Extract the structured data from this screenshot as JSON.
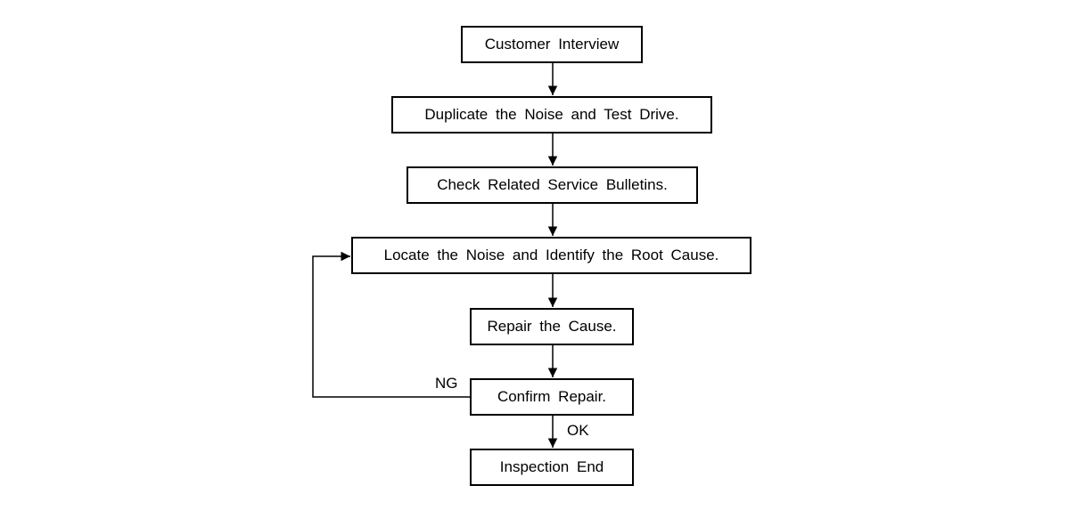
{
  "flowchart": {
    "steps": [
      "Customer Interview",
      "Duplicate the Noise and Test Drive.",
      "Check Related Service Bulletins.",
      "Locate the Noise and Identify the Root Cause.",
      "Repair the Cause.",
      "Confirm Repair.",
      "Inspection End"
    ],
    "branch_labels": {
      "ng": "NG",
      "ok": "OK"
    }
  }
}
